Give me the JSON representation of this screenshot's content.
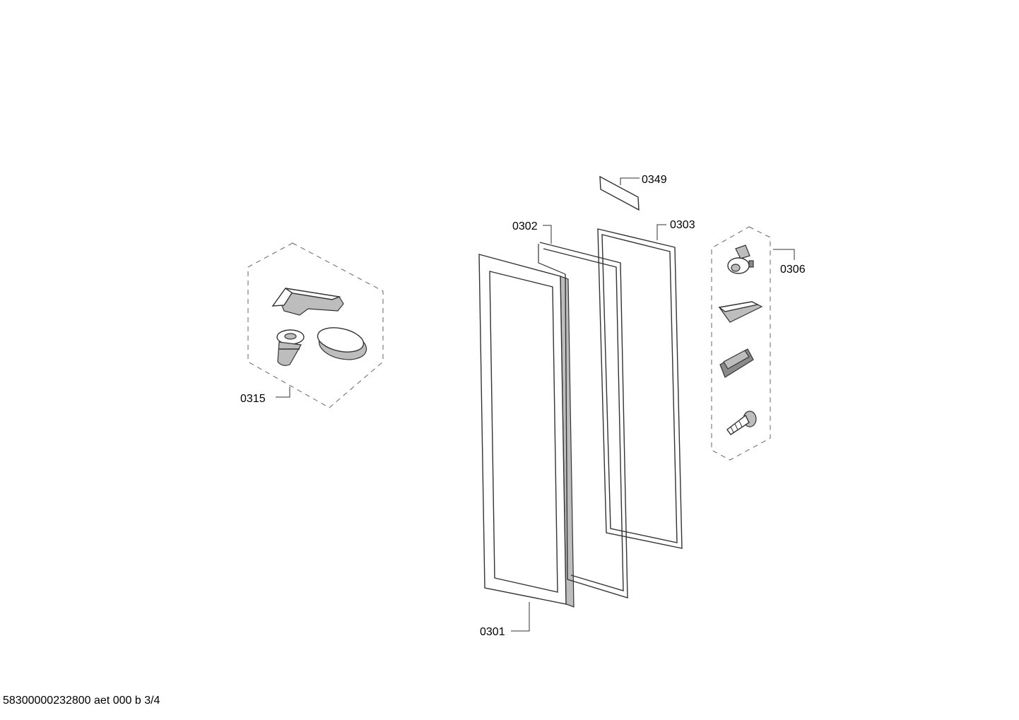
{
  "diagram": {
    "callouts": {
      "c0349": "0349",
      "c0302": "0302",
      "c0303": "0303",
      "c0306": "0306",
      "c0315": "0315",
      "c0301": "0301"
    }
  },
  "footer": {
    "text": "58300000232800 aet 000 b 3/4"
  }
}
